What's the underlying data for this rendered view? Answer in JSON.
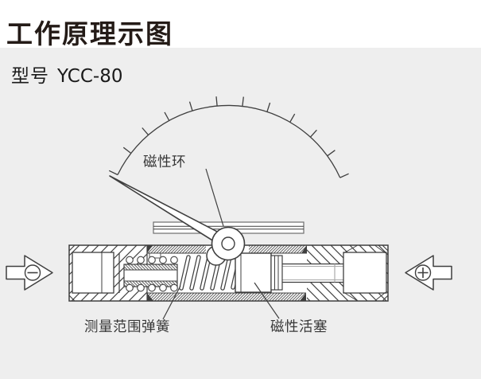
{
  "page": {
    "title": "工作原理示图",
    "background": "#ffffff",
    "panel_background": "#eeeeee",
    "line_color": "#3f3f3f"
  },
  "model": {
    "label": "型号",
    "value": "YCC-80"
  },
  "diagram": {
    "labels": {
      "magnetic_ring": "磁性环",
      "range_spring": "测量范围弹簧",
      "magnetic_piston": "磁性活塞"
    },
    "gauge": {
      "tick_count": 12
    },
    "arrows": {
      "left_sign": "−",
      "right_sign": "+"
    }
  }
}
